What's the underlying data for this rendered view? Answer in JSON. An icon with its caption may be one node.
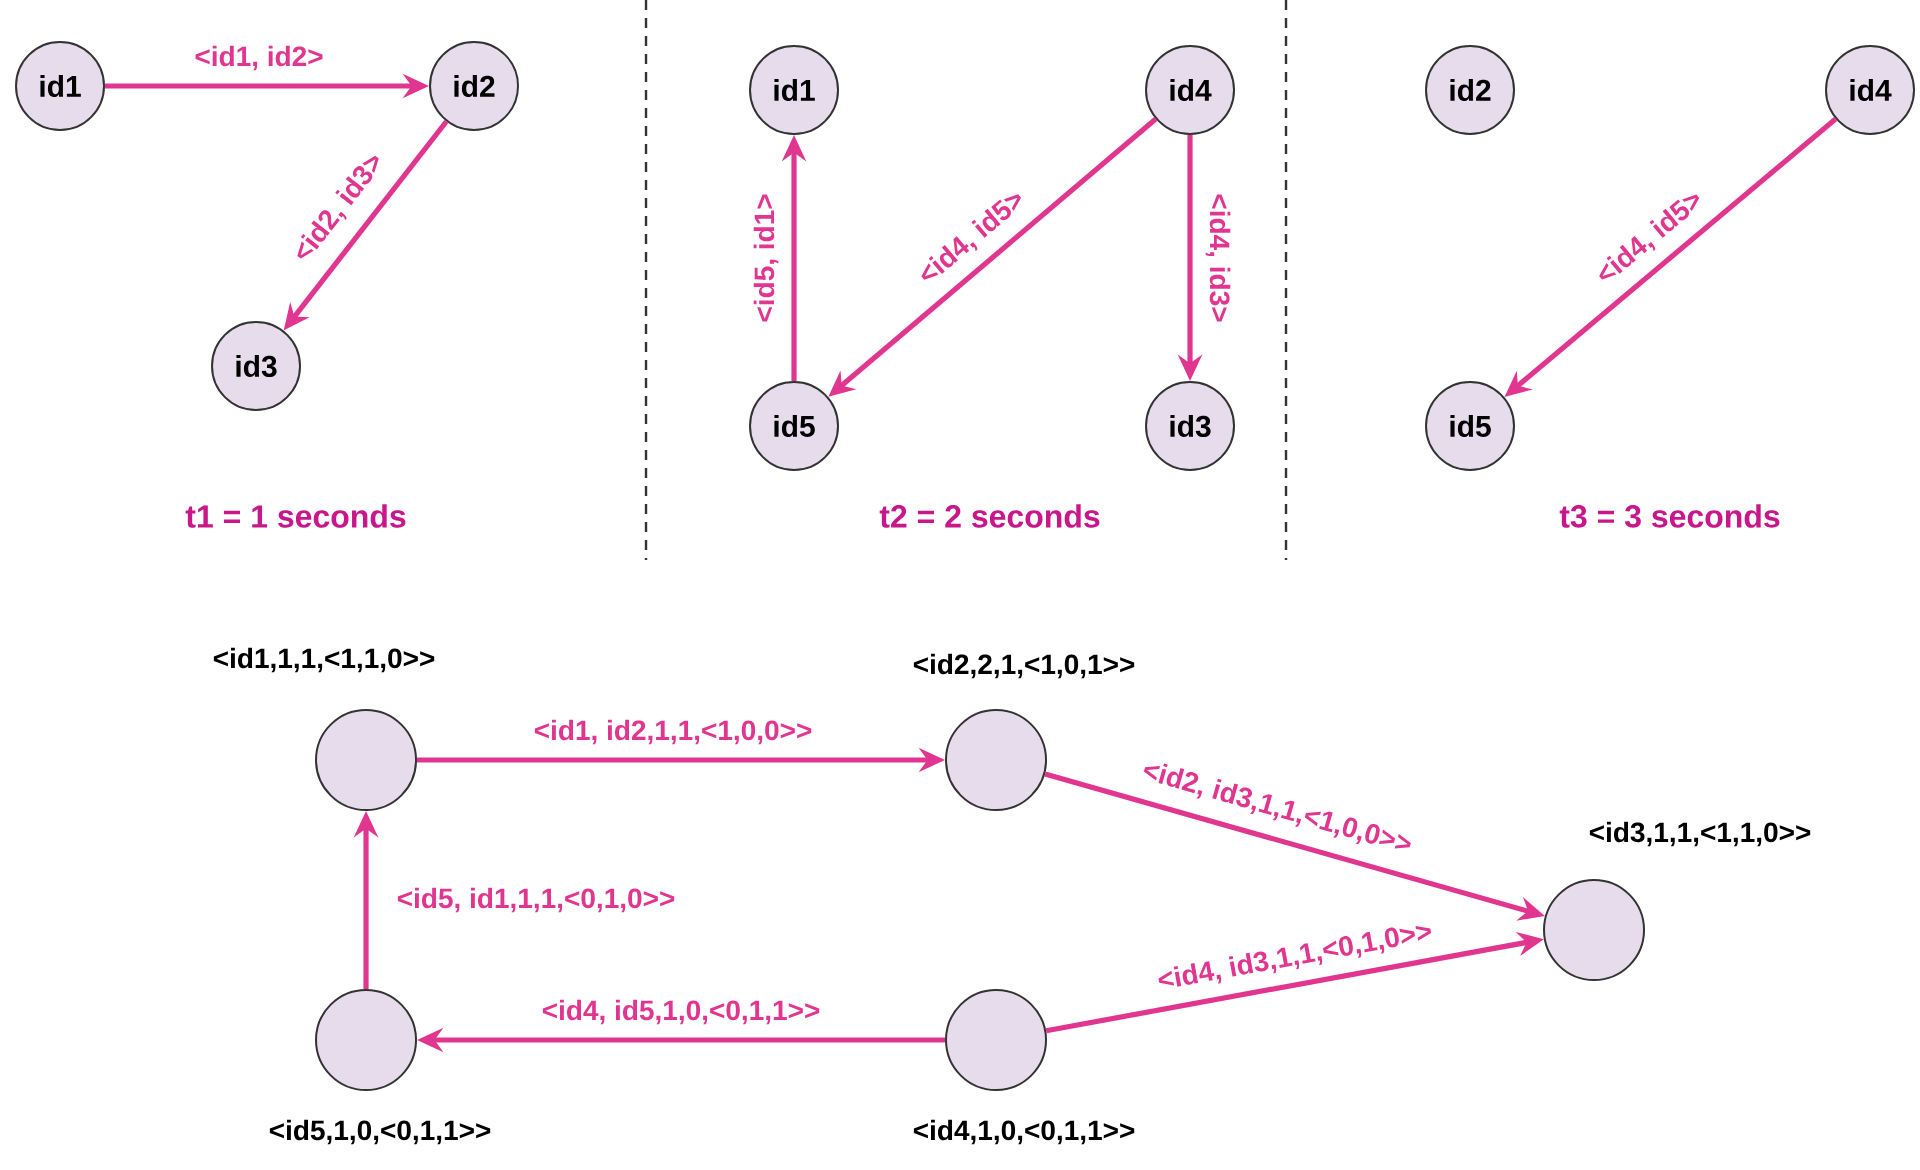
{
  "diagram": {
    "nodes": [
      {
        "text": [
          "id1"
        ]
      },
      {
        "text": [
          "id2"
        ]
      },
      {
        "text": [
          "id3"
        ]
      },
      {
        "text": [
          "id1"
        ]
      },
      {
        "text": [
          "id4"
        ]
      },
      {
        "text": [
          "id5"
        ]
      },
      {
        "text": [
          "id3"
        ]
      },
      {
        "text": [
          "id2"
        ]
      },
      {
        "text": [
          "id4"
        ]
      },
      {
        "text": [
          "id5"
        ]
      },
      {
        "text": [],
        "shape": "circle",
        "beside": [
          "<id1,1,1,<1,1,0>>"
        ]
      },
      {
        "text": [],
        "shape": "circle",
        "beside": [
          "<id2,2,1,<1,0,1>>"
        ]
      },
      {
        "text": [],
        "shape": "circle",
        "beside": [
          "<id3,1,1,<1,1,0>>"
        ]
      },
      {
        "text": [],
        "shape": "circle",
        "beside": [
          "<id5,1,0,<0,1,1>>"
        ]
      },
      {
        "text": [],
        "shape": "circle",
        "beside": [
          "<id4,1,0,<0,1,1>>"
        ]
      }
    ],
    "edges": [
      {
        "from": 0,
        "to": 1,
        "arrow": "to",
        "label": "<id1, id2>"
      },
      {
        "from": 1,
        "to": 2,
        "arrow": "to",
        "label": "<id2, id3>"
      },
      {
        "from": 5,
        "to": 3,
        "arrow": "to",
        "label": "<id5, id1>"
      },
      {
        "from": 4,
        "to": 5,
        "arrow": "to",
        "label": "<id4, id5>"
      },
      {
        "from": 4,
        "to": 6,
        "arrow": "to",
        "label": "<id4, id3>"
      },
      {
        "from": 8,
        "to": 9,
        "arrow": "to",
        "label": "<id4, id5>"
      },
      {
        "from": 10,
        "to": 11,
        "arrow": "to",
        "label": "<id1, id2,1,1,<1,0,0>>"
      },
      {
        "from": 11,
        "to": 12,
        "arrow": "to",
        "label": "<id2, id3,1,1,<1,0,0>>"
      },
      {
        "from": 14,
        "to": 12,
        "arrow": "to",
        "label": "<id4, id3,1,1,<0,1,0>>"
      },
      {
        "from": 14,
        "to": 13,
        "arrow": "to",
        "label": "<id4, id5,1,0,<0,1,1>>"
      },
      {
        "from": 13,
        "to": 10,
        "arrow": "to",
        "label": "<id5, id1,1,1,<0,1,0>>"
      }
    ],
    "labels": [
      "t1 = 1 seconds",
      "t2 = 2 seconds",
      "t3 = 3 seconds"
    ]
  }
}
